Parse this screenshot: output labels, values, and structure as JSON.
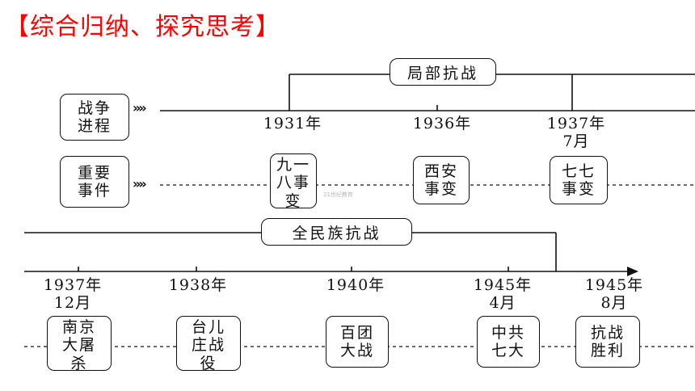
{
  "title": "【综合归纳、探究思考】",
  "row_labels": {
    "process": "战争\n进程",
    "events": "重要\n事件"
  },
  "row_arrows": "»»",
  "phases": {
    "local": "局部抗战",
    "national": "全民族抗战"
  },
  "top_timeline": [
    {
      "date": "1931年",
      "event": "九一\n八事\n变"
    },
    {
      "date": "1936年",
      "event": "西安\n事变"
    },
    {
      "date": "1937年\n7月",
      "event": "七七\n事变"
    }
  ],
  "bottom_timeline": [
    {
      "date": "1937年\n12月",
      "event": "南京\n大屠\n杀"
    },
    {
      "date": "1938年",
      "event": "台儿\n庄战\n役"
    },
    {
      "date": "1940年",
      "event": "百团\n大战"
    },
    {
      "date": "1945年\n4月",
      "event": "中共\n七大"
    },
    {
      "date": "1945年\n8月",
      "event": "抗战\n胜利"
    }
  ],
  "watermark": "21世纪教育"
}
